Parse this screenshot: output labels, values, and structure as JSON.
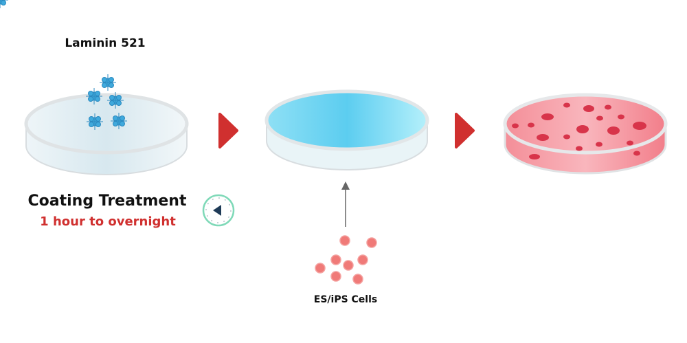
{
  "step1": {
    "title": "Laminin 521",
    "caption": "Coating Treatment",
    "duration": "1 hour to overnight",
    "icon": "timer-icon"
  },
  "step2": {
    "cells_label": "ES/iPS Cells"
  },
  "colors": {
    "arrow": "#d0302f",
    "duration": "#d0302f",
    "medium": "#8fe6f7",
    "culture": "#f6a3aa",
    "cell": "#ef6b6b",
    "laminin": "#3fa9dc"
  }
}
